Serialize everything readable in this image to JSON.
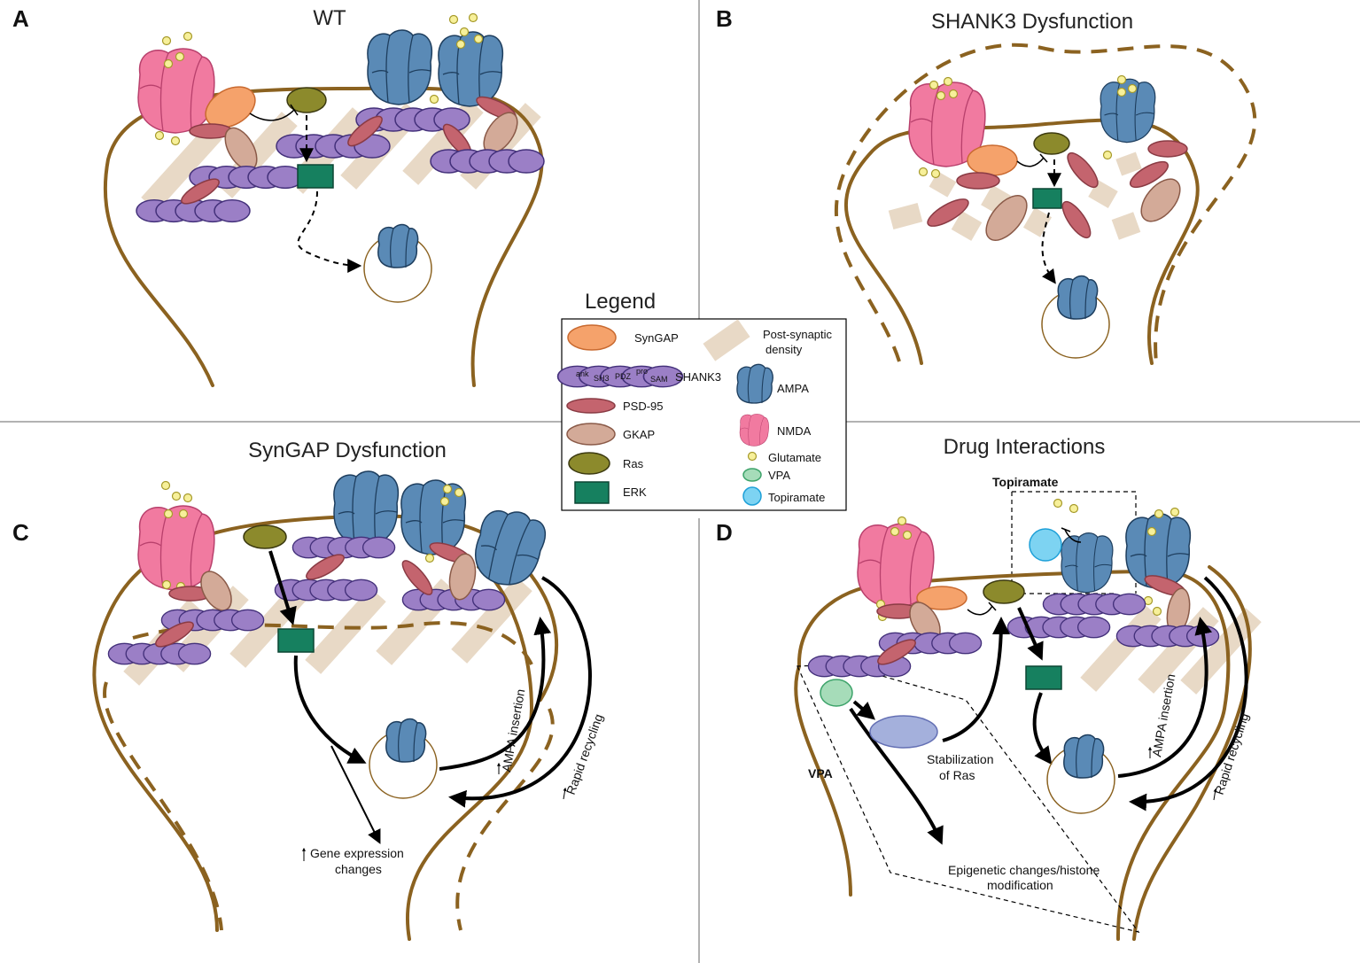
{
  "panels": {
    "a": {
      "letter": "A",
      "title": "WT"
    },
    "b": {
      "letter": "B",
      "title": "SHANK3 Dysfunction"
    },
    "c": {
      "letter": "C",
      "title": "SynGAP Dysfunction",
      "labels": {
        "ampa_insertion": "AMPA insertion",
        "rapid_recycling": "Rapid recycling",
        "gene_expression": "Gene expression",
        "gene_expression_2": "changes"
      }
    },
    "d": {
      "letter": "D",
      "title": "Drug Interactions",
      "labels": {
        "topiramate": "Topiramate",
        "vpa": "VPA",
        "stabilization": "Stabilization",
        "stabilization_2": "of Ras",
        "epigenetic": "Epigenetic changes/histone",
        "epigenetic_2": "modification",
        "ampa_insertion": "AMPA insertion",
        "rapid_recycling": "Rapid recycling"
      }
    }
  },
  "legend": {
    "title": "Legend",
    "syngap": "SynGAP",
    "shank3": "SHANK3",
    "shank_domains": {
      "ank": "ank",
      "sh3": "SH3",
      "pdz": "PDZ",
      "pro": "pro",
      "sam": "SAM"
    },
    "psd95": "PSD-95",
    "gkap": "GKAP",
    "ras": "Ras",
    "erk": "ERK",
    "psd": "Post-synaptic",
    "psd_2": "density",
    "ampa": "AMPA",
    "nmda": "NMDA",
    "glutamate": "Glutamate",
    "vpa": "VPA",
    "topiramate": "Topiramate"
  },
  "colors": {
    "membrane": "#8b6220",
    "psd": "#e8d9c6",
    "syngap": "#f5a26b",
    "psd95": "#c4646e",
    "gkap": "#d3aa98",
    "ras": "#8c8a2c",
    "erk": "#16805f",
    "shank3": "#9b7fc6",
    "ampa": "#5a8ab6",
    "nmda": "#f17aa0",
    "glutamate": "#f7f09a",
    "vpa": "#a6dcb9",
    "topiramate": "#7dd3f2",
    "stabilized_ras": "#a4b0dc"
  }
}
